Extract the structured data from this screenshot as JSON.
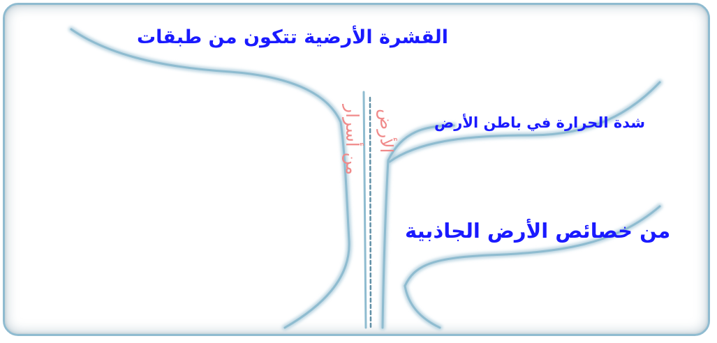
{
  "labels": {
    "layers": "القشرة الأرضية تتكون من طبقات",
    "heat": "شدة الحرارة في باطن الأرض",
    "gravity": "من خصائص الأرض الجاذبية"
  },
  "trunk_text": {
    "secrets": "من أسرار",
    "earth": "الأرض"
  },
  "colors": {
    "label_text": "#1a1aff",
    "trunk_text": "#f08a8a",
    "branch_stroke": "#8fbcd0",
    "frame_border": "#8fbbd0"
  }
}
